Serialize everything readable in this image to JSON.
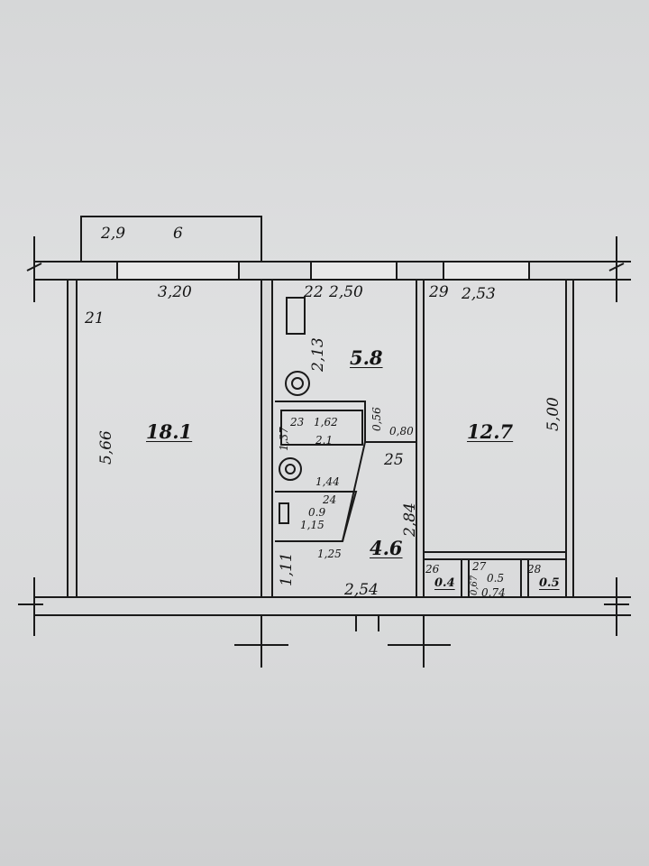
{
  "balcony": {
    "number": "6",
    "area": "2,9"
  },
  "rooms": [
    {
      "number": "21",
      "area": "18.1",
      "width": "3,20",
      "length": "5,66"
    },
    {
      "number": "22",
      "area": "5.8",
      "width": "2,50",
      "length": "2,13"
    },
    {
      "number": "23",
      "area": "2.1",
      "width": "1,62",
      "length": "1,37",
      "extra": "0,56"
    },
    {
      "number": "24",
      "area": "0.9",
      "width": "1,15",
      "extra": "1,44"
    },
    {
      "number": "25",
      "area": "4.6",
      "width": "2,54",
      "length": "2,84",
      "extra1": "0,80",
      "extra2": "1,25",
      "extra3": "1,11"
    },
    {
      "number": "26",
      "area": "0.4"
    },
    {
      "number": "27",
      "area": "0.5",
      "width": "0.74",
      "length": "0,67"
    },
    {
      "number": "28",
      "area": "0.5"
    },
    {
      "number": "29",
      "area": "12.7",
      "width": "2,53",
      "length": "5,00"
    }
  ]
}
